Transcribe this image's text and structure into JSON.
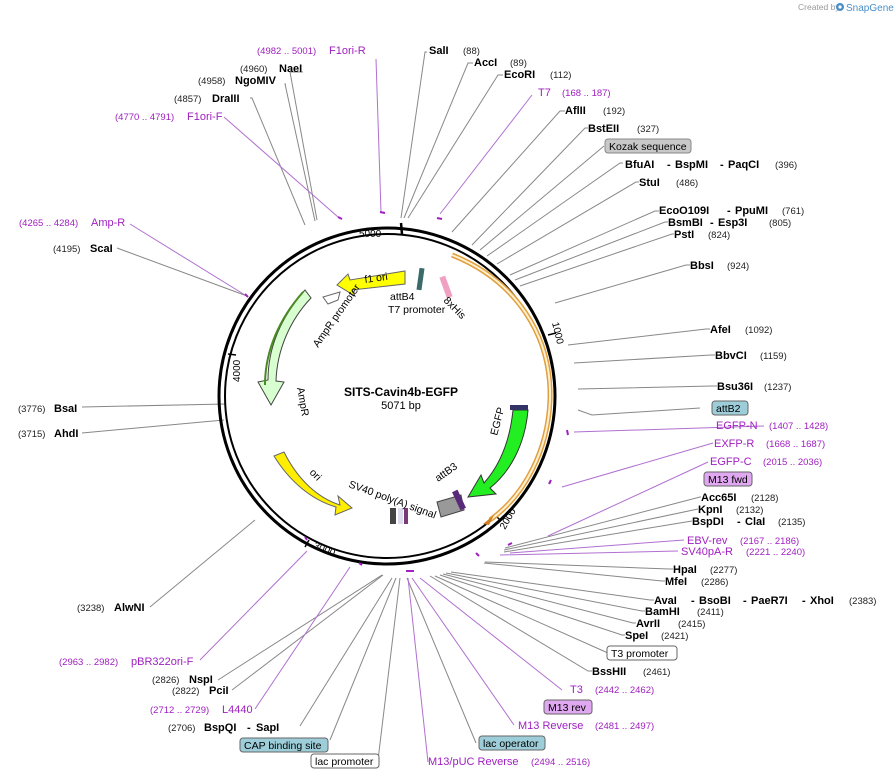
{
  "credit": {
    "prefix": "Created by",
    "brand": "SnapGene"
  },
  "plasmid": {
    "name": "SITS-Cavin4b-EGFP",
    "size": "5071 bp"
  },
  "ticks": [
    "1000",
    "2000",
    "3000",
    "4000",
    "5000"
  ],
  "features": {
    "f1ori": "f1 ori",
    "ampr_promoter": "AmpR promoter",
    "ampr": "AmpR",
    "ori": "ori",
    "sv40": "SV40 poly(A) signal",
    "attb4": "attB4",
    "t7promoter": "T7 promoter",
    "his": "8xHis",
    "egfp": "EGFP",
    "attb3": "attB3"
  },
  "labels": {
    "enz": [
      {
        "name": "SalI",
        "pos": "(88)"
      },
      {
        "name": "AccI",
        "pos": "(89)"
      },
      {
        "name": "EcoRI",
        "pos": "(112)"
      },
      {
        "name": "AflII",
        "pos": "(192)"
      },
      {
        "name": "BstEII",
        "pos": "(327)"
      },
      {
        "name": "StuI",
        "pos": "(486)"
      },
      {
        "name": "PstI",
        "pos": "(824)"
      },
      {
        "name": "BbsI",
        "pos": "(924)"
      },
      {
        "name": "AfeI",
        "pos": "(1092)"
      },
      {
        "name": "BbvCI",
        "pos": "(1159)"
      },
      {
        "name": "Bsu36I",
        "pos": "(1237)"
      },
      {
        "name": "Acc65I",
        "pos": "(2128)"
      },
      {
        "name": "KpnI",
        "pos": "(2132)"
      },
      {
        "name": "HpaI",
        "pos": "(2277)"
      },
      {
        "name": "MfeI",
        "pos": "(2286)"
      },
      {
        "name": "BamHI",
        "pos": "(2411)"
      },
      {
        "name": "AvrII",
        "pos": "(2415)"
      },
      {
        "name": "SpeI",
        "pos": "(2421)"
      },
      {
        "name": "BssHII",
        "pos": "(2461)"
      },
      {
        "name": "NaeI",
        "pos": "(4960)"
      },
      {
        "name": "NgoMIV",
        "pos": "(4958)"
      },
      {
        "name": "DraIII",
        "pos": "(4857)"
      },
      {
        "name": "ScaI",
        "pos": "(4195)"
      },
      {
        "name": "BsaI",
        "pos": "(3776)"
      },
      {
        "name": "AhdI",
        "pos": "(3715)"
      },
      {
        "name": "AlwNI",
        "pos": "(3238)"
      },
      {
        "name": "NspI",
        "pos": "(2826)"
      },
      {
        "name": "PciI",
        "pos": "(2822)"
      }
    ],
    "multi": [
      {
        "parts": [
          "BfuAI",
          "BspMI",
          "PaqCI"
        ],
        "pos": "(396)"
      },
      {
        "parts": [
          "EcoO109I",
          "PpuMI"
        ],
        "pos": "(761)"
      },
      {
        "parts": [
          "BsmBI",
          "Esp3I"
        ],
        "pos": "(805)"
      },
      {
        "parts": [
          "BspDI",
          "ClaI"
        ],
        "pos": "(2135)"
      },
      {
        "parts": [
          "AvaI",
          "BsoBI",
          "PaeR7I",
          "XhoI"
        ],
        "pos": "(2383)"
      },
      {
        "parts": [
          "BspQI",
          "SapI"
        ],
        "pos": "(2706)"
      }
    ],
    "primers": [
      {
        "name": "F1ori-R",
        "pos": "(4982 .. 5001)"
      },
      {
        "name": "T7",
        "pos": "(168 .. 187)"
      },
      {
        "name": "F1ori-F",
        "pos": "(4770 .. 4791)"
      },
      {
        "name": "Amp-R",
        "pos": "(4265 .. 4284)"
      },
      {
        "name": "EGFP-N",
        "pos": "(1407 .. 1428)"
      },
      {
        "name": "EXFP-R",
        "pos": "(1668 .. 1687)"
      },
      {
        "name": "EGFP-C",
        "pos": "(2015 .. 2036)"
      },
      {
        "name": "EBV-rev",
        "pos": "(2167 .. 2186)"
      },
      {
        "name": "SV40pA-R",
        "pos": "(2221 .. 2240)"
      },
      {
        "name": "T3",
        "pos": "(2442 .. 2462)"
      },
      {
        "name": "M13 Reverse",
        "pos": "(2481 .. 2497)"
      },
      {
        "name": "M13/pUC Reverse",
        "pos": "(2494 .. 2516)"
      },
      {
        "name": "pBR322ori-F",
        "pos": "(2963 .. 2982)"
      },
      {
        "name": "L4440",
        "pos": "(2712 .. 2729)"
      }
    ],
    "boxes": {
      "kozak": "Kozak sequence",
      "attb2": "attB2",
      "m13fwd": "M13 fwd",
      "t3promoter": "T3 promoter",
      "m13rev": "M13 rev",
      "cap": "CAP binding site",
      "lacop": "lac operator",
      "lacprom": "lac promoter"
    }
  }
}
